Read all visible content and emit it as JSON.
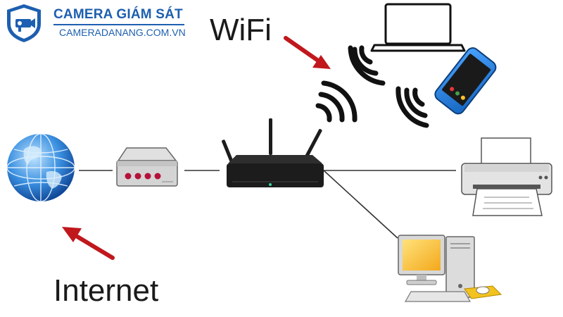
{
  "brand": {
    "title": "CAMERA GIÁM SÁT",
    "url": "CAMERADANANG.COM.VN"
  },
  "labels": {
    "wifi": "WiFi",
    "internet": "Internet"
  },
  "colors": {
    "brand_blue": "#1d5fb0",
    "arrow_red": "#c0181c",
    "device_dark": "#1c1c1c",
    "connector_line": "#333333"
  },
  "devices": [
    {
      "name": "globe",
      "icon": "globe-icon"
    },
    {
      "name": "modem",
      "icon": "modem-icon"
    },
    {
      "name": "router",
      "icon": "router-icon"
    },
    {
      "name": "laptop",
      "icon": "laptop-icon"
    },
    {
      "name": "smartphone",
      "icon": "smartphone-icon"
    },
    {
      "name": "printer",
      "icon": "printer-icon"
    },
    {
      "name": "desktop-computer",
      "icon": "desktop-computer-icon"
    }
  ]
}
